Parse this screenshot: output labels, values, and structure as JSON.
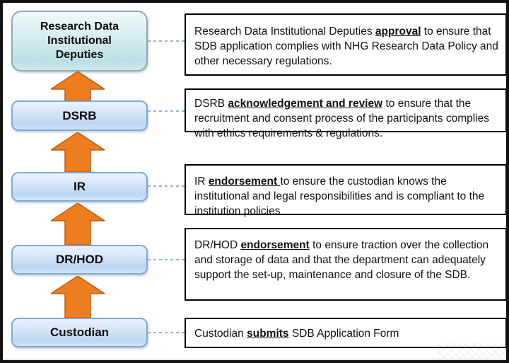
{
  "diagram": {
    "title": "SDB application approval flow",
    "stages": [
      {
        "label": "Research Data Institutional Deputies",
        "note": [
          {
            "t": "Research Data Institutional Deputies "
          },
          {
            "t": "approval",
            "b": true
          },
          {
            "t": " to ensure that SDB application complies with NHG Research Data Policy and other necessary regulations."
          }
        ]
      },
      {
        "label": "DSRB",
        "note": [
          {
            "t": "DSRB "
          },
          {
            "t": "acknowledgement and review",
            "b": true
          },
          {
            "t": " to ensure that the recruitment and consent process of the participants complies with ethics requirements & regulations."
          }
        ]
      },
      {
        "label": "IR",
        "note": [
          {
            "t": "IR "
          },
          {
            "t": "endorsement ",
            "b": true
          },
          {
            "t": "to ensure the custodian knows the institutional and legal responsibilities and is compliant to the institution policies"
          }
        ]
      },
      {
        "label": "DR/HOD",
        "note": [
          {
            "t": "DR/HOD "
          },
          {
            "t": "endorsement",
            "b": true
          },
          {
            "t": " to ensure traction over the collection and storage of data and that the department can adequately support the set-up, maintenance and closure of the SDB."
          }
        ]
      },
      {
        "label": "Custodian",
        "note": [
          {
            "t": "Custodian "
          },
          {
            "t": "submits",
            "b": true
          },
          {
            "t": " SDB Application Form"
          }
        ]
      }
    ],
    "colors": {
      "arrow_fill": "#EE7D1F",
      "arrow_border": "#C05D0C",
      "stage_border": "#7FA8DA",
      "stage_fill_top": "#EAF2FC",
      "stage_fill_bottom": "#BCD6F0",
      "top_stage_border": "#8FA9B8",
      "top_stage_fill_top": "#EFF9FA",
      "top_stage_fill_bottom": "#BADFE4",
      "connector": "#95B3D7",
      "note_border": "#000000"
    }
  }
}
